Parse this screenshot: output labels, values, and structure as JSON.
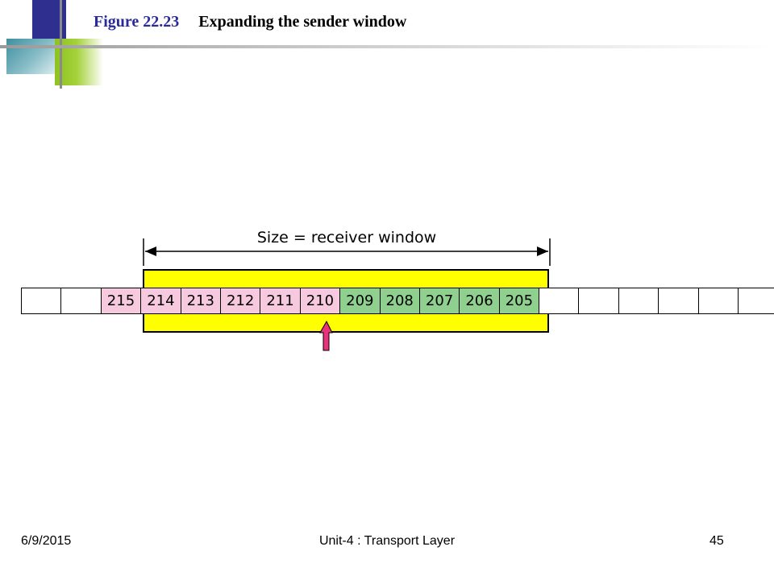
{
  "title": {
    "figure_number": "Figure 22.23",
    "caption": "Expanding the sender window"
  },
  "diagram": {
    "window_label": "Size = receiver window",
    "cells": [
      {
        "label": "",
        "state": "empty"
      },
      {
        "label": "",
        "state": "empty"
      },
      {
        "label": "215",
        "state": "pink"
      },
      {
        "label": "214",
        "state": "pink"
      },
      {
        "label": "213",
        "state": "pink"
      },
      {
        "label": "212",
        "state": "pink"
      },
      {
        "label": "211",
        "state": "pink"
      },
      {
        "label": "210",
        "state": "pink"
      },
      {
        "label": "209",
        "state": "green"
      },
      {
        "label": "208",
        "state": "green"
      },
      {
        "label": "207",
        "state": "green"
      },
      {
        "label": "206",
        "state": "green"
      },
      {
        "label": "205",
        "state": "green"
      },
      {
        "label": "",
        "state": "empty"
      },
      {
        "label": "",
        "state": "empty"
      },
      {
        "label": "",
        "state": "empty"
      },
      {
        "label": "",
        "state": "empty"
      },
      {
        "label": "",
        "state": "empty"
      },
      {
        "label": "",
        "state": "empty"
      }
    ],
    "colors": {
      "window": "#ffff00",
      "pink": "#f6c9de",
      "green": "#8fd08f",
      "pointer": "#e8337a"
    }
  },
  "footer": {
    "date": "6/9/2015",
    "center": "Unit-4 : Transport Layer",
    "page": "45"
  }
}
